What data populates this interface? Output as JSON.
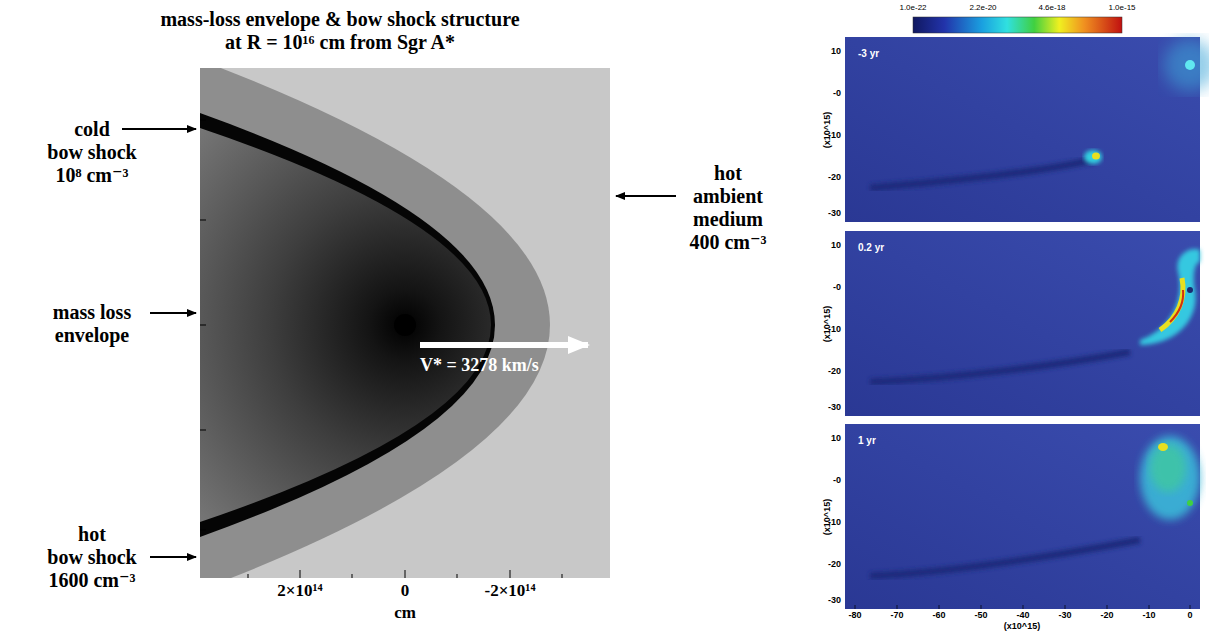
{
  "diagram": {
    "title": "mass-loss envelope & bow shock structure",
    "labels": [
      "at R = 10¹⁶ cm from Sgr A*",
      "cold",
      "bow shock",
      "10⁸ cm⁻³",
      "mass loss",
      "envelope",
      "hot",
      "bow shock",
      "1600 cm⁻³",
      "hot",
      "ambient",
      "medium",
      "400 cm⁻³",
      "V* = 3278 km/s",
      "2×10¹⁴",
      "0",
      "-2×10¹⁴",
      "cm",
      "1.0e-22",
      "2.2e-20",
      "4.6e-18",
      "1.0e-15",
      "-3 yr",
      "0.2 yr",
      "1 yr",
      "10",
      "-0",
      "-10",
      "-20",
      "-30",
      "10",
      "-0",
      "-10",
      "-20",
      "-30",
      "10",
      "-0",
      "-10",
      "-20",
      "-30",
      "(x10^15)",
      "(x10^15)",
      "(x10^15)",
      "-80",
      "-70",
      "-60",
      "-50",
      "-40",
      "-30",
      "-20",
      "-10",
      "0",
      "(x10^15)"
    ]
  }
}
